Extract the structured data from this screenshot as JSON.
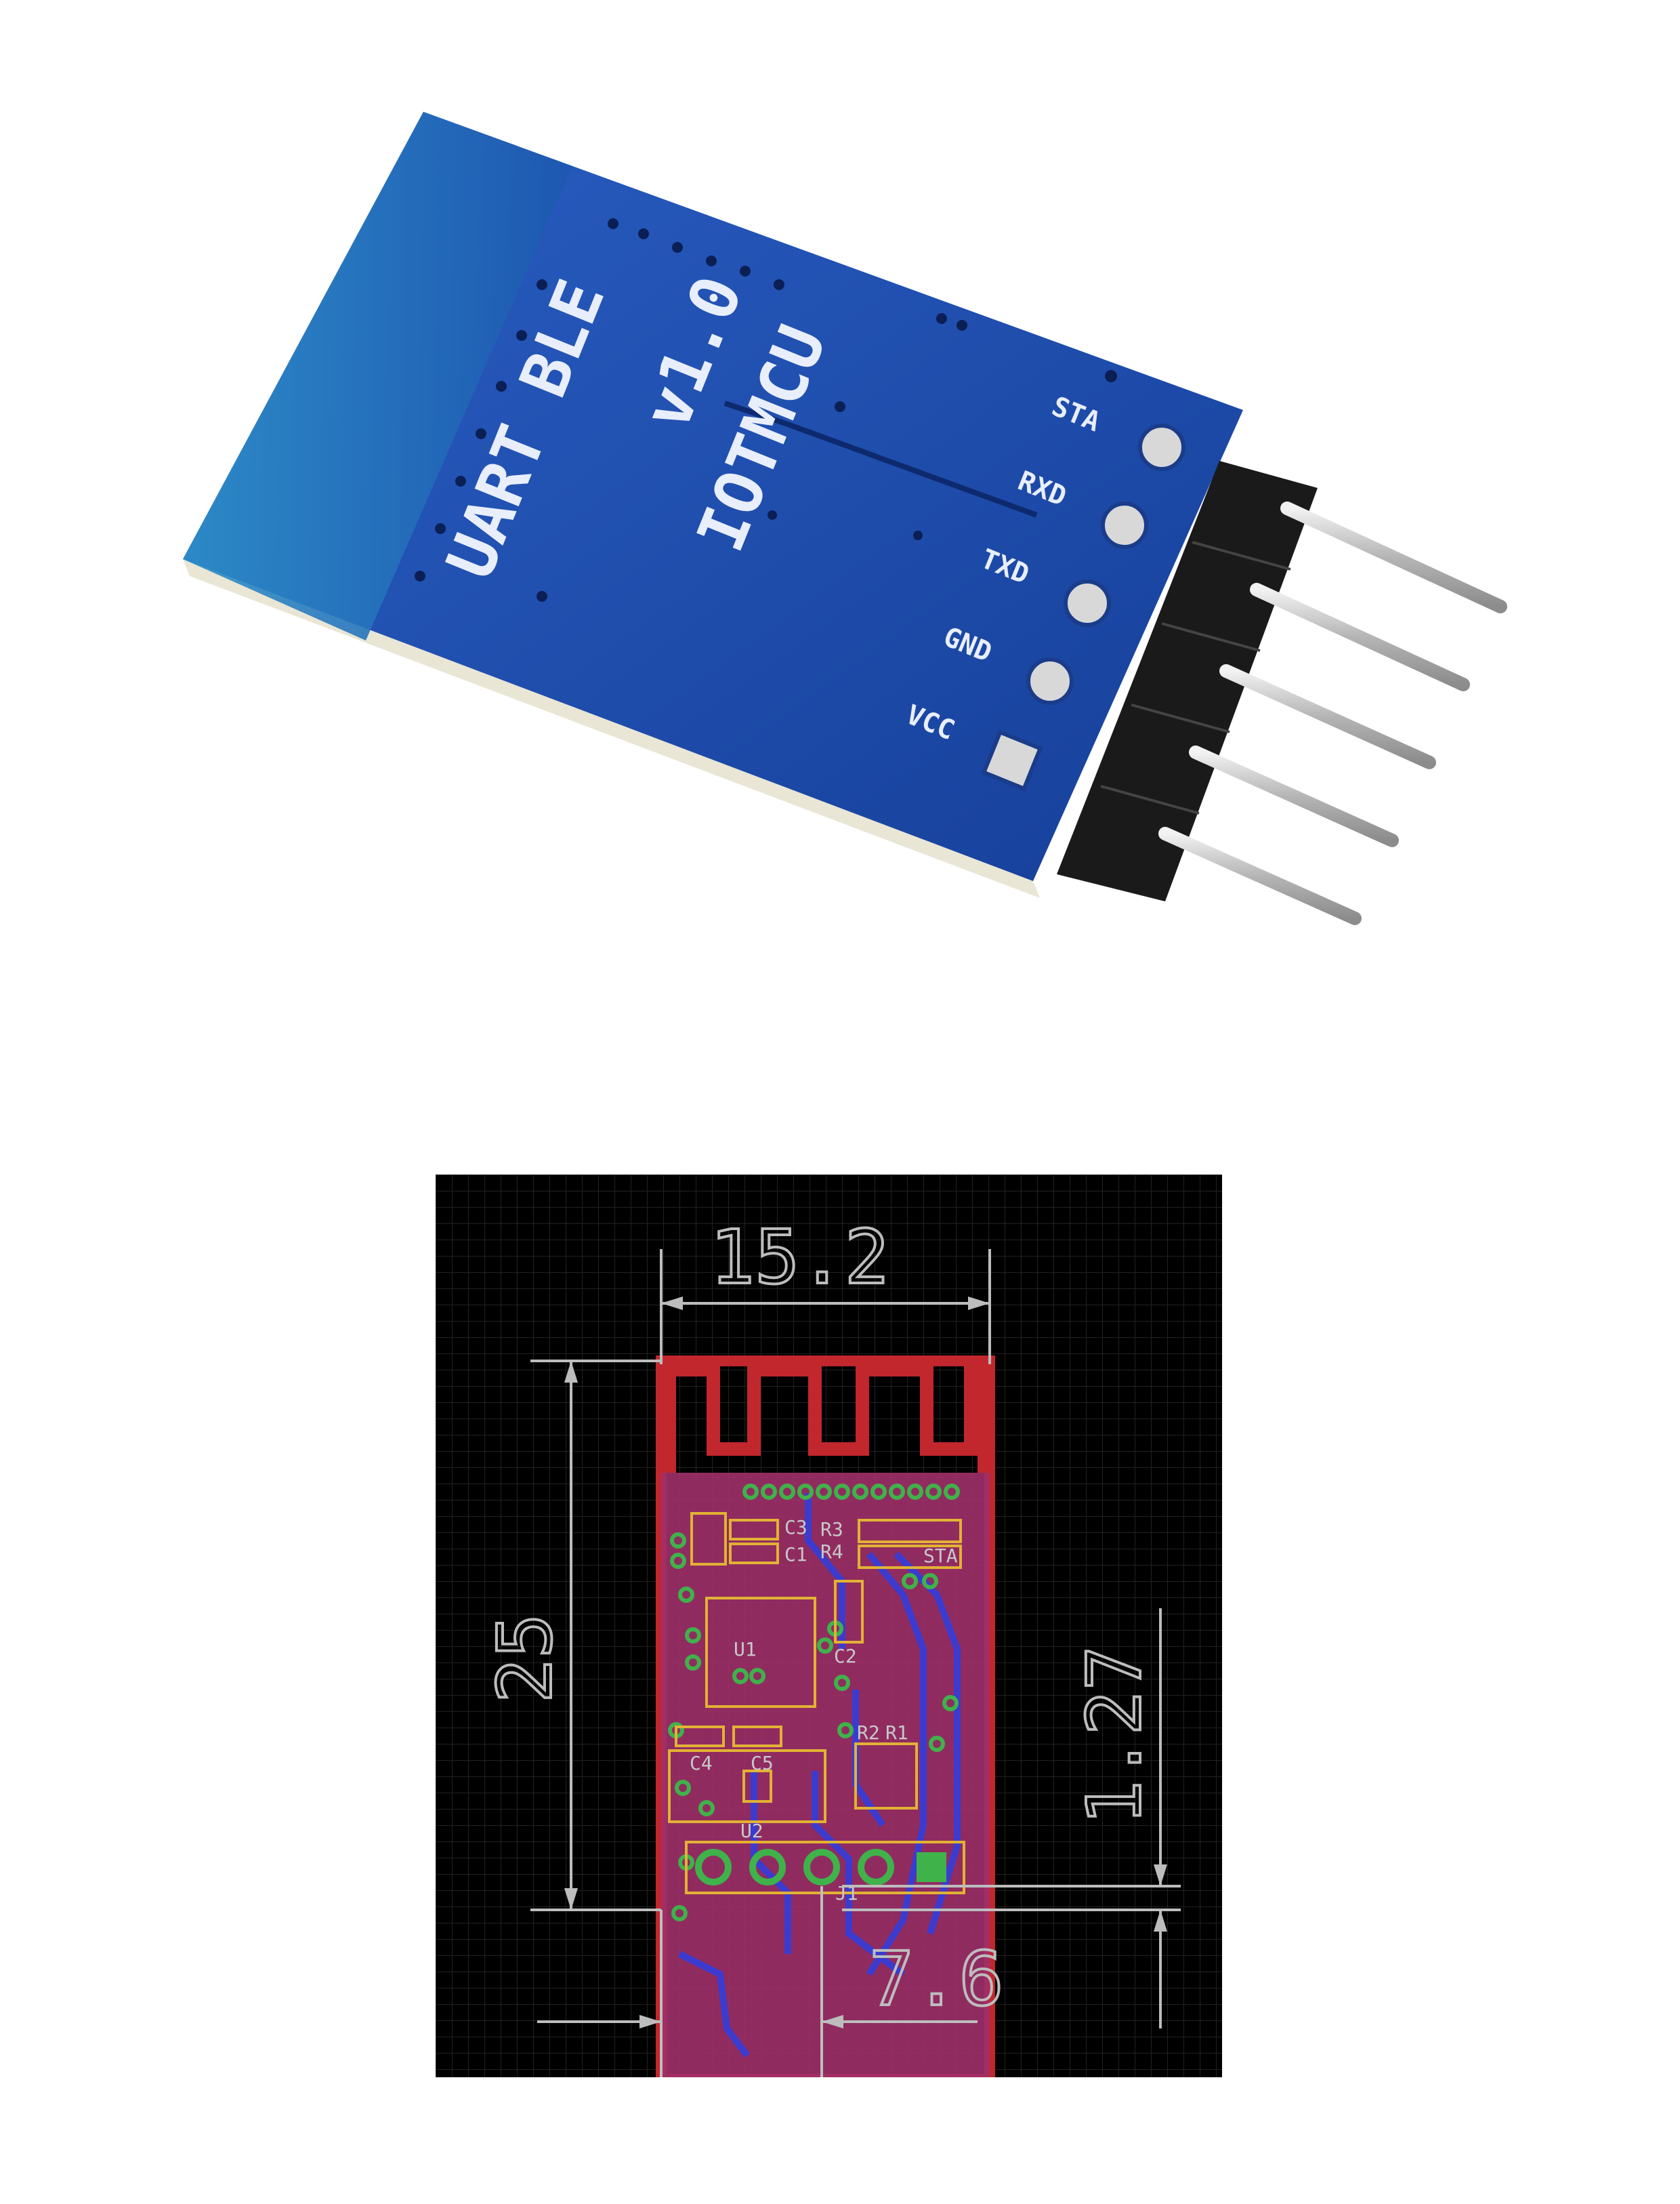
{
  "photo": {
    "silkscreen": {
      "line1": "UART BLE",
      "line2": "v1.0",
      "line3": "IOTMCU"
    },
    "pins": [
      "STA",
      "RXD",
      "TXD",
      "GND",
      "VCC"
    ],
    "colors": {
      "board": "#1f4fae",
      "pcb_edge": "#e9e6d6",
      "header": "#1a1a1a",
      "pin": "#c9c9c9",
      "pad": "#d8d8d8"
    }
  },
  "layout_drawing": {
    "dimensions": {
      "width": "15.2",
      "height": "25",
      "pitch": "1.27",
      "offset": "7.6"
    },
    "refdes": {
      "c1": "C1",
      "c2": "C2",
      "c3": "C3",
      "c4": "C4",
      "c5": "C5",
      "r1": "R1",
      "r2": "R2",
      "r3": "R3",
      "r4": "R4",
      "u1": "U1",
      "u2": "U2",
      "j1": "J1",
      "sta": "STA"
    },
    "colors": {
      "background": "#000000",
      "grid": "#1f1f1f",
      "dimension": "#bdbdbd",
      "board_copper": "#c1272d",
      "top_fill": "#a0306a",
      "bottom_trace": "#3b3bcf",
      "pad": "#3fb24a",
      "silk": "#e2b234"
    }
  }
}
